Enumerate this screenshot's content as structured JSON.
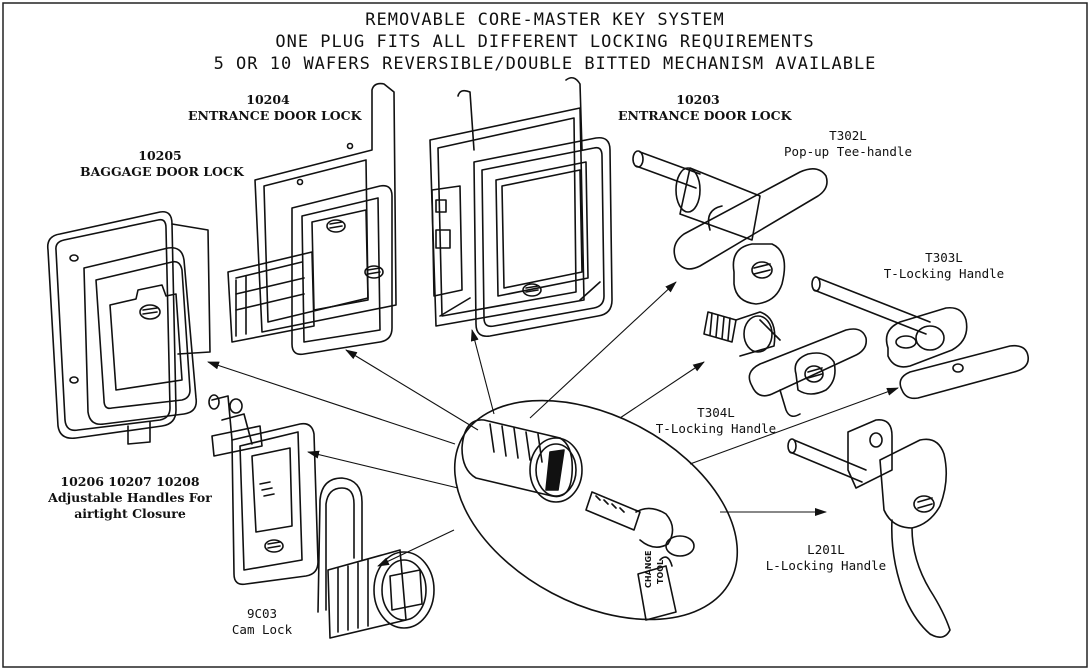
{
  "title": {
    "line1": "REMOVABLE CORE-MASTER KEY SYSTEM",
    "line2": "ONE PLUG FITS ALL DIFFERENT LOCKING REQUIREMENTS",
    "line3": "5 OR 10 WAFERS REVERSIBLE/DOUBLE BITTED MECHANISM AVAILABLE"
  },
  "products": {
    "baggage": {
      "code": "10205",
      "name": "BAGGAGE DOOR LOCK"
    },
    "entrance1": {
      "code": "10204",
      "name": "ENTRANCE DOOR LOCK"
    },
    "entrance2": {
      "code": "10203",
      "name": "ENTRANCE DOOR LOCK"
    },
    "t302l": {
      "code": "T302L",
      "name": "Pop-up Tee-handle"
    },
    "t303l": {
      "code": "T303L",
      "name": "T-Locking Handle"
    },
    "t304l": {
      "code": "T304L",
      "name": "T-Locking Handle"
    },
    "adjustable": {
      "code": "10206 10207 10208",
      "name1": "Adjustable Handles For",
      "name2": "airtight Closure"
    },
    "camlock": {
      "code": "9C03",
      "name": "Cam Lock"
    },
    "l201l": {
      "code": "L201L",
      "name": "L-Locking Handle"
    }
  },
  "tool_tag": {
    "line1": "CHANGE",
    "line2": "TOOL"
  }
}
